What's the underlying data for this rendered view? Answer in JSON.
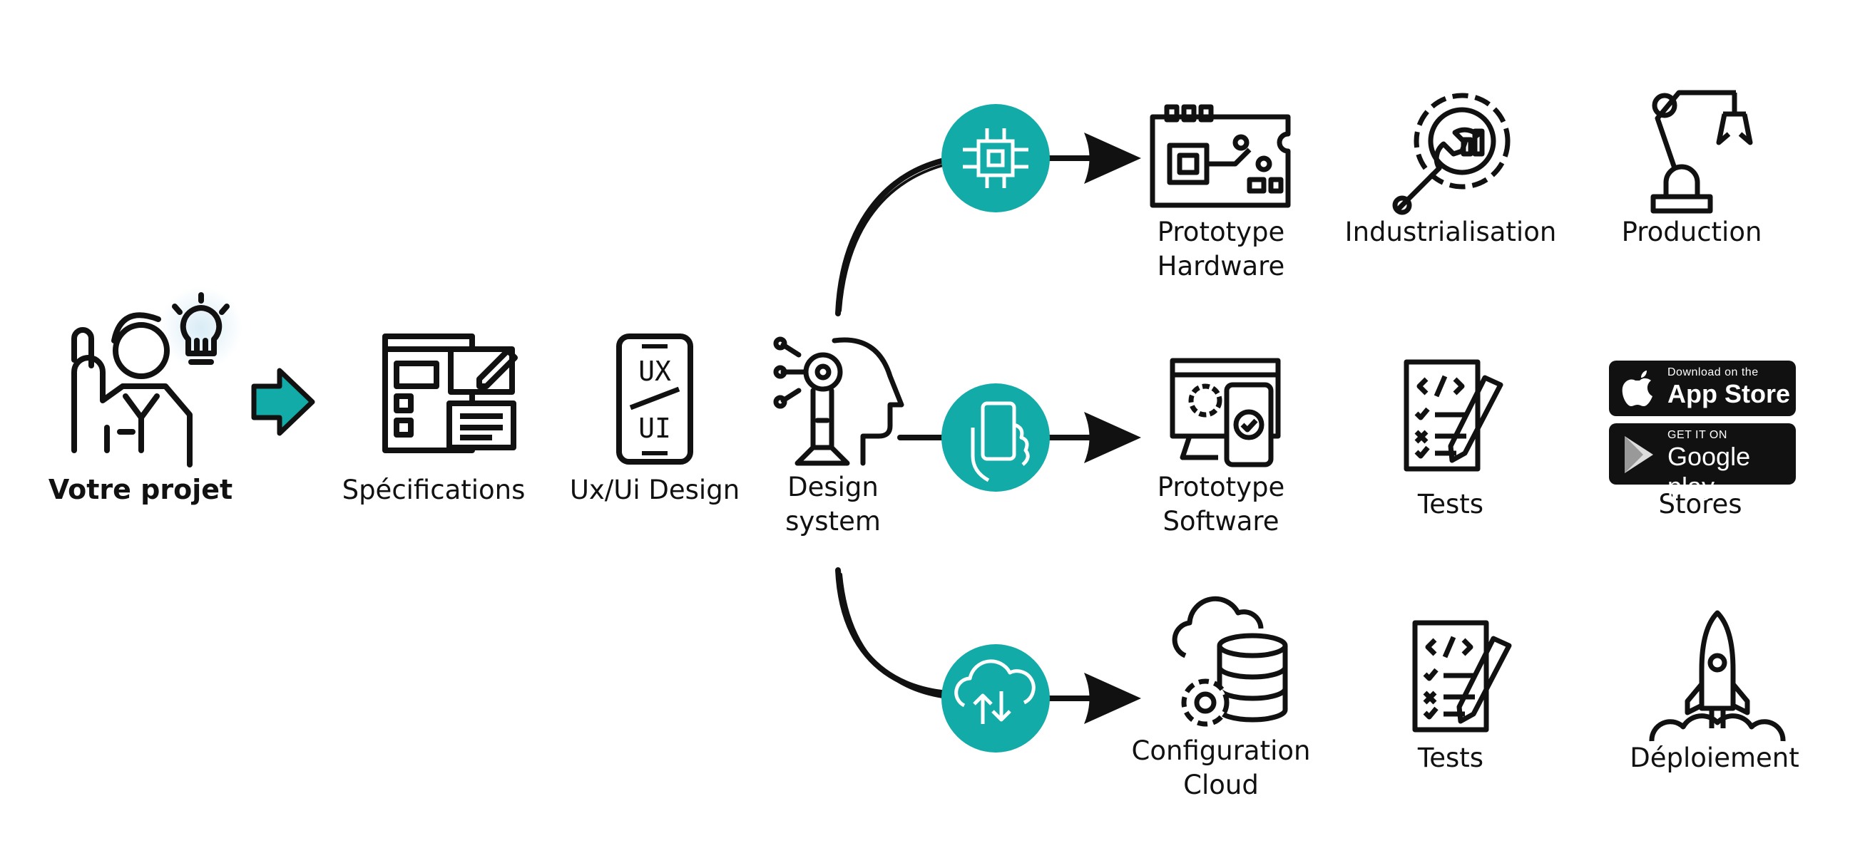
{
  "start": {
    "label": "Votre projet"
  },
  "steps": [
    {
      "id": "specs",
      "label": "Spécifications"
    },
    {
      "id": "uxui",
      "label": "Ux/Ui Design",
      "icon_text_top": "UX",
      "icon_text_bottom": "UI"
    },
    {
      "id": "design-system",
      "label_line1": "Design",
      "label_line2": "system"
    }
  ],
  "branches": {
    "hardware": {
      "prototype": {
        "line1": "Prototype",
        "line2": "Hardware"
      },
      "step2": "Industrialisation",
      "step3": "Production"
    },
    "software": {
      "prototype": {
        "line1": "Prototype",
        "line2": "Software"
      },
      "step2": "Tests",
      "step3": "Stores",
      "appstore": {
        "small": "Download on the",
        "big": "App Store"
      },
      "googleplay": {
        "small": "GET IT ON",
        "big": "Google play"
      }
    },
    "cloud": {
      "prototype": {
        "line1": "Configuration",
        "line2": "Cloud"
      },
      "step2": "Tests",
      "step3": "Déploiement"
    }
  },
  "colors": {
    "accent": "#13aba7",
    "ink": "#111111",
    "glow": "#d9ecf6"
  },
  "icons": [
    "person-idea-icon",
    "arrow-right-icon",
    "specifications-icon",
    "phone-uxui-icon",
    "ai-head-icon",
    "chip-icon",
    "phone-hand-icon",
    "cloud-sync-icon",
    "circuit-board-icon",
    "gear-wrench-icon",
    "robot-arm-icon",
    "devices-icon",
    "code-checklist-icon",
    "apple-icon",
    "google-play-icon",
    "cloud-database-icon",
    "rocket-icon"
  ]
}
